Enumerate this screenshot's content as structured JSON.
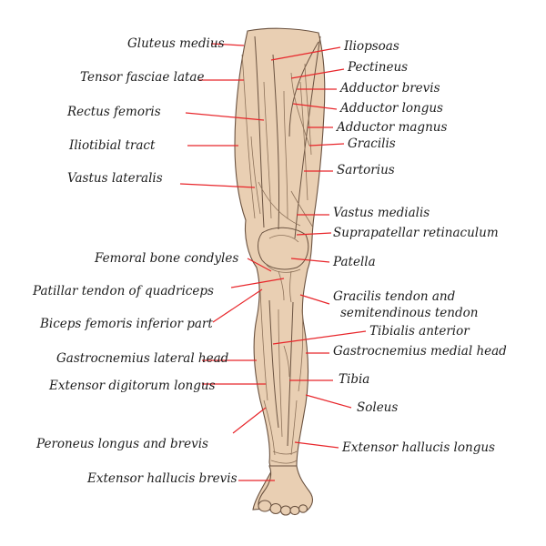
{
  "colors": {
    "leader": "#e8262b",
    "skin": "#e9cfb3",
    "outline": "#6a5240",
    "text": "#1c1c1c",
    "background": "#ffffff"
  },
  "labels_left": [
    "Gluteus medius",
    "Tensor fasciae latae",
    "Rectus femoris",
    "Iliotibial tract",
    "Vastus lateralis",
    "Femoral bone condyles",
    "Patillar tendon of quadriceps",
    "Biceps femoris inferior part",
    "Gastrocnemius lateral head",
    "Extensor digitorum longus",
    "Peroneus longus and brevis",
    "Extensor hallucis brevis"
  ],
  "labels_right": [
    "Iliopsoas",
    "Pectineus",
    "Adductor brevis",
    "Adductor longus",
    "Adductor magnus",
    "Gracilis",
    "Sartorius",
    "Vastus medialis",
    "Suprapatellar retinaculum",
    "Patella",
    "Gracilis tendon and",
    "semitendinous tendon",
    "Tibialis anterior",
    "Gastrocnemius medial head",
    "Tibia",
    "Soleus",
    "Extensor hallucis longus"
  ]
}
